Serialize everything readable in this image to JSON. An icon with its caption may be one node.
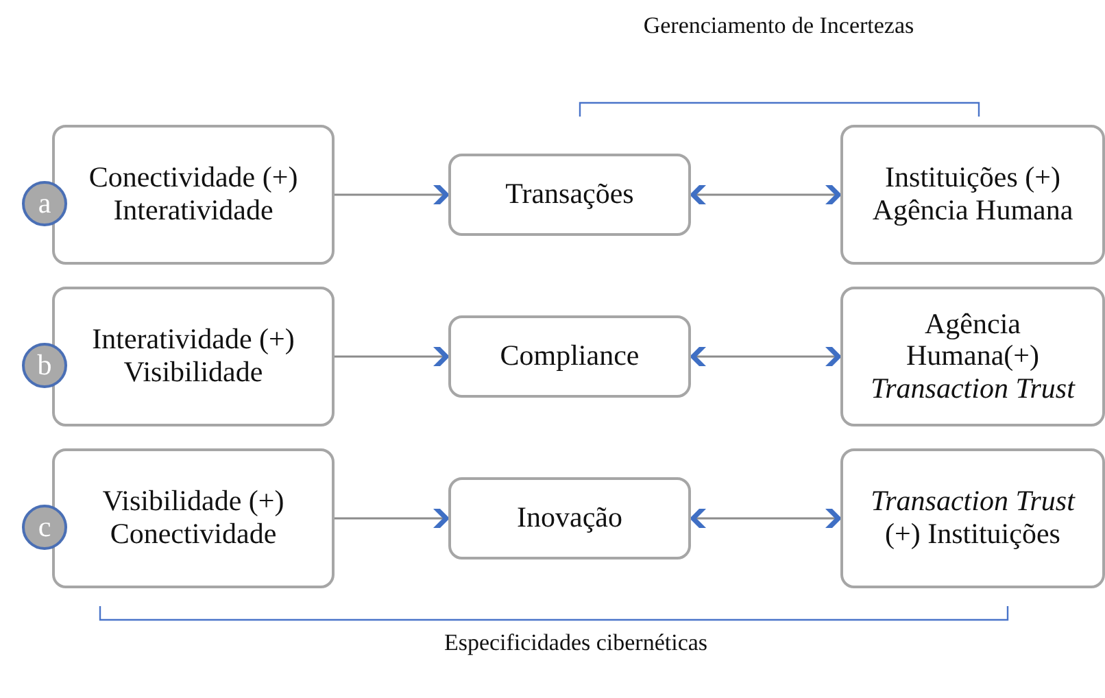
{
  "diagram": {
    "nodes": [
      {
        "text": [
          "a"
        ]
      },
      {
        "text": [
          "Conectividade (+) Interatividade"
        ]
      },
      {
        "text": [
          "Transações"
        ]
      },
      {
        "text": [
          "Instituições (+) Agência Humana"
        ]
      },
      {
        "text": [
          "b"
        ]
      },
      {
        "text": [
          "Interatividade (+) Visibilidade"
        ]
      },
      {
        "text": [
          "Compliance"
        ]
      },
      {
        "text": [
          "Agência Humana(+) *Transaction Trust*"
        ]
      },
      {
        "text": [
          "c"
        ]
      },
      {
        "text": [
          "Visibilidade (+) Conectividade"
        ]
      },
      {
        "text": [
          "Inovação"
        ]
      },
      {
        "text": [
          "*Transaction Trust* (+) Instituições"
        ]
      }
    ],
    "edges": [
      {
        "from": 1,
        "to": 2,
        "arrow": "to"
      },
      {
        "from": 2,
        "to": 3,
        "arrow": "both"
      },
      {
        "from": 5,
        "to": 6,
        "arrow": "to"
      },
      {
        "from": 6,
        "to": 7,
        "arrow": "both"
      },
      {
        "from": 9,
        "to": 10,
        "arrow": "to"
      },
      {
        "from": 10,
        "to": 11,
        "arrow": "both"
      }
    ],
    "labels": [
      "Gerenciamento de Incertezas",
      "Especificidades cibernéticas"
    ]
  }
}
